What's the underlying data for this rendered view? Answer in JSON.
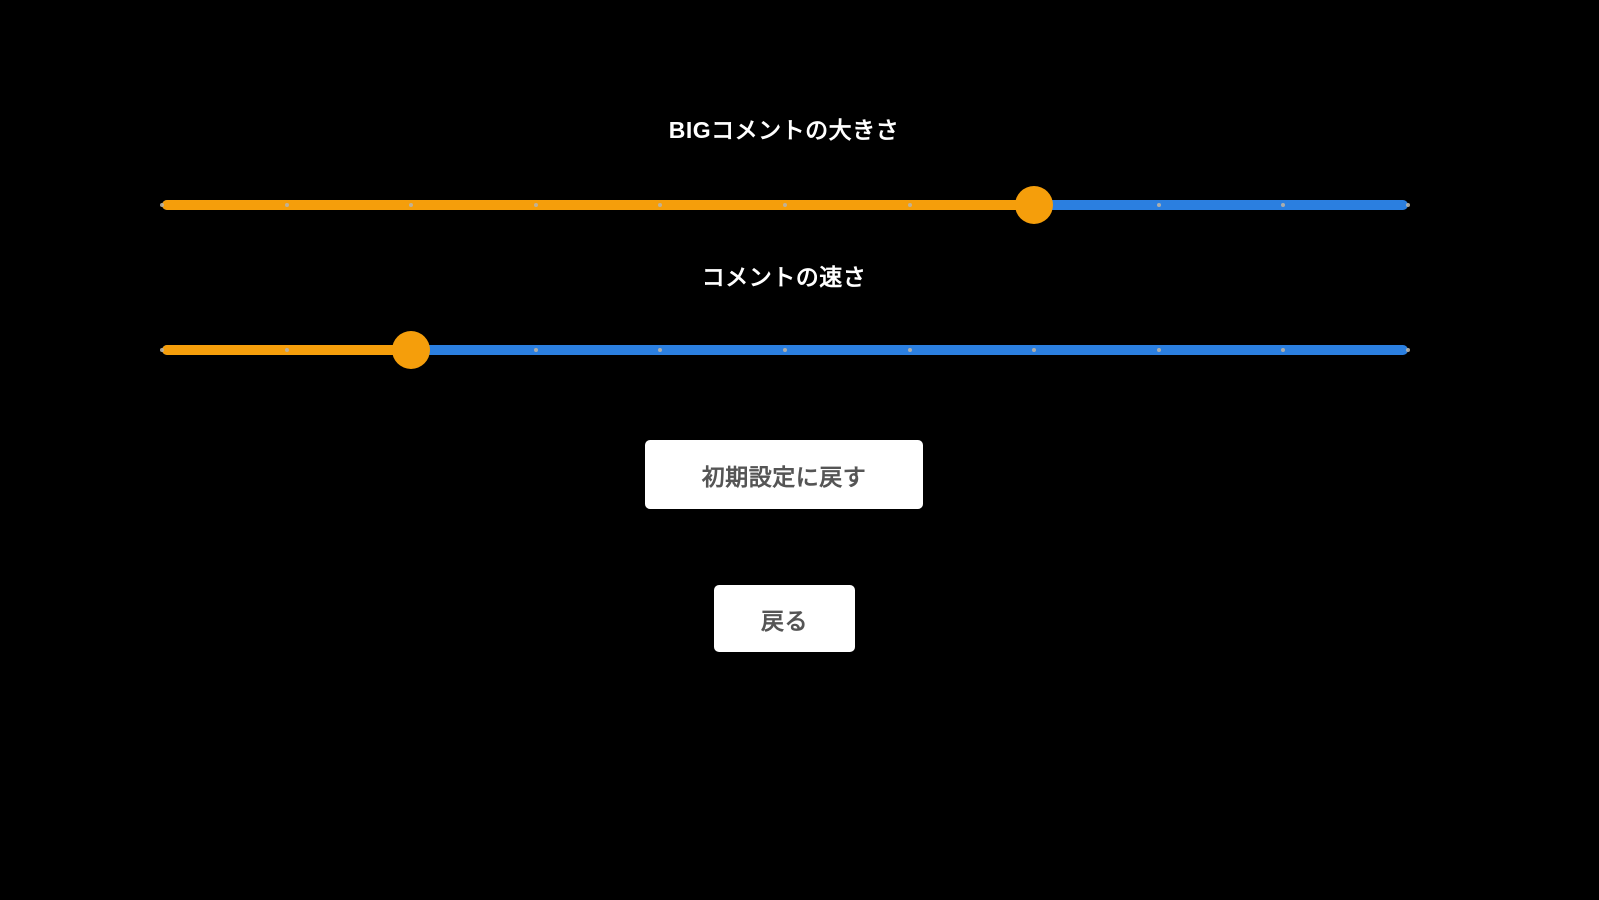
{
  "app": {
    "background_color": "#000000",
    "text_color": "#ffffff"
  },
  "theme": {
    "fill_color": "#F59E0B",
    "track_color": "#2B7FE0",
    "thumb_color": "#F59E0B",
    "tick_color": "#b9b2a6",
    "button_background": "#ffffff",
    "button_text_color": "#555555"
  },
  "settings": [
    {
      "id": "big-comment-size",
      "label": "BIGコメントの大きさ",
      "value": 70,
      "min": 0,
      "max": 100,
      "step": 10,
      "tick_count": 11
    },
    {
      "id": "comment-speed",
      "label": "コメントの速さ",
      "value": 20,
      "min": 0,
      "max": 100,
      "step": 10,
      "tick_count": 11
    }
  ],
  "buttons": {
    "reset_label": "初期設定に戻す",
    "back_label": "戻る"
  }
}
